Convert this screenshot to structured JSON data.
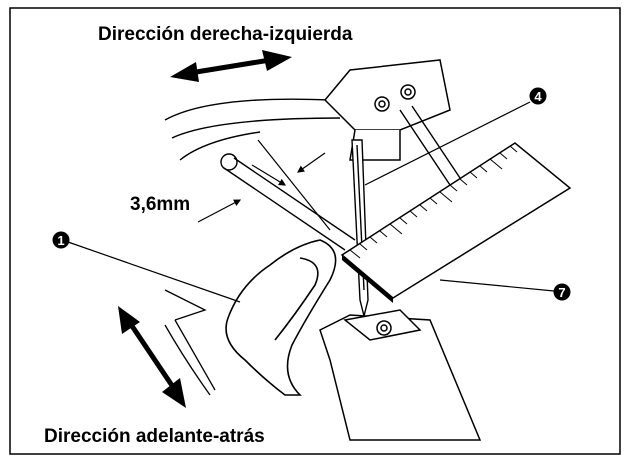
{
  "labels": {
    "top_direction": "Dirección derecha-izquierda",
    "bottom_direction": "Dirección adelante-atrás",
    "dimension": "3,6mm"
  },
  "callouts": [
    {
      "id": "hook",
      "number": "1"
    },
    {
      "id": "needle",
      "number": "4"
    },
    {
      "id": "ruler",
      "number": "7"
    }
  ]
}
